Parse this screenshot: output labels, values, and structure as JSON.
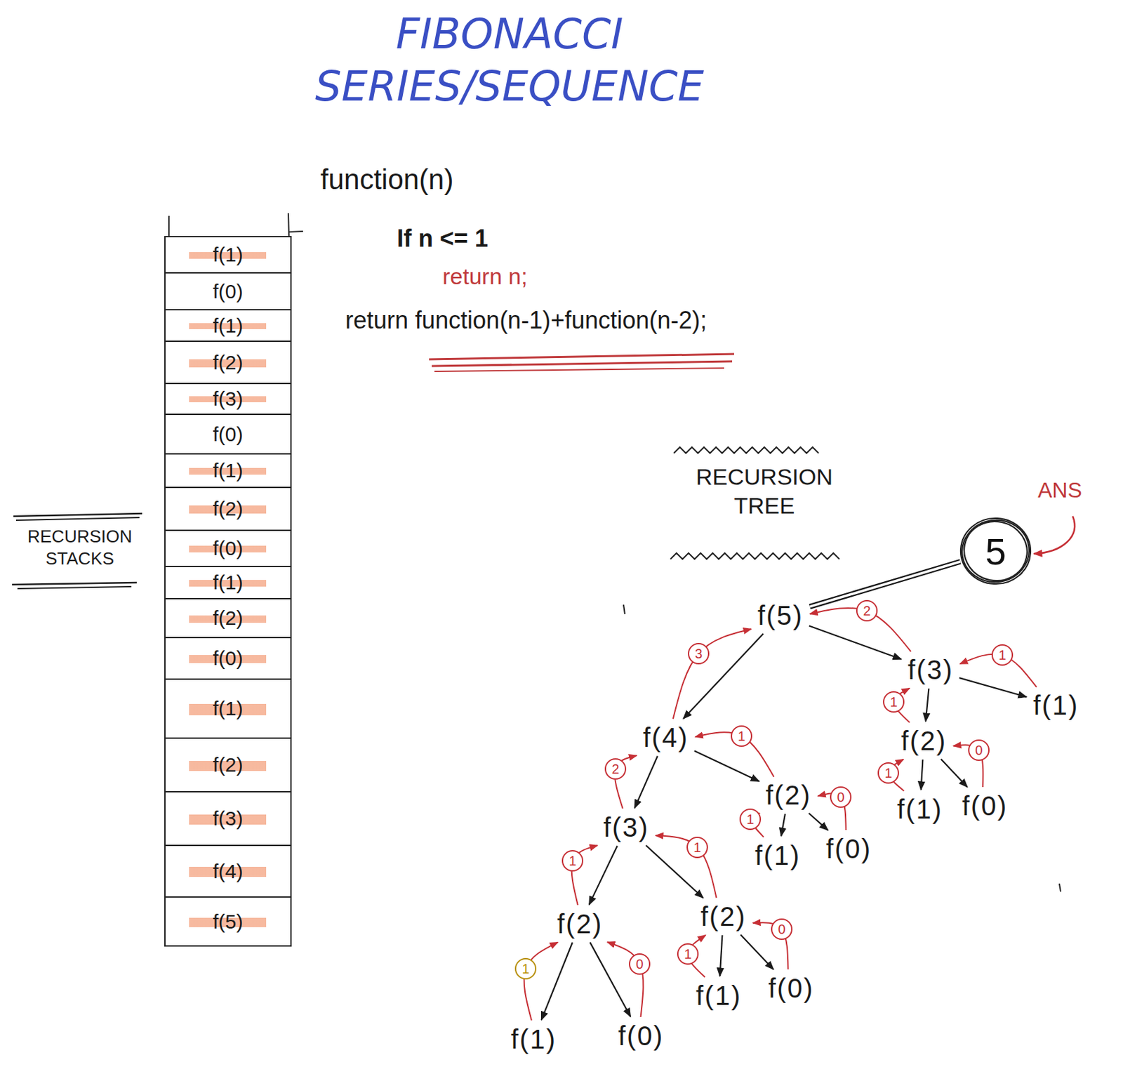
{
  "diagram": {
    "title": "FIBONACCI SERIES/SEQUENCE",
    "nodes": [
      {
        "text": [
          "f(1)"
        ]
      },
      {
        "text": [
          "f(0)"
        ]
      },
      {
        "text": [
          "f(1)"
        ]
      },
      {
        "text": [
          "f(2)"
        ]
      },
      {
        "text": [
          "f(3)"
        ]
      },
      {
        "text": [
          "f(0)"
        ]
      },
      {
        "text": [
          "f(1)"
        ]
      },
      {
        "text": [
          "f(2)"
        ]
      },
      {
        "text": [
          "f(0)"
        ]
      },
      {
        "text": [
          "f(1)"
        ]
      },
      {
        "text": [
          "f(2)"
        ]
      },
      {
        "text": [
          "f(0)"
        ]
      },
      {
        "text": [
          "f(1)"
        ]
      },
      {
        "text": [
          "f(2)"
        ]
      },
      {
        "text": [
          "f(3)"
        ]
      },
      {
        "text": [
          "f(4)"
        ]
      },
      {
        "text": [
          "f(5)"
        ]
      },
      {
        "text": [
          "5"
        ]
      },
      {
        "text": [
          "f(5)"
        ]
      },
      {
        "text": [
          "f(4)"
        ]
      },
      {
        "text": [
          "f(3)"
        ]
      },
      {
        "text": [
          "f(1)"
        ]
      },
      {
        "text": [
          "f(3)"
        ]
      },
      {
        "text": [
          "f(2)"
        ]
      },
      {
        "text": [
          "f(2)"
        ]
      },
      {
        "text": [
          "f(1)"
        ]
      },
      {
        "text": [
          "f(0)"
        ]
      },
      {
        "text": [
          "f(1)"
        ]
      },
      {
        "text": [
          "f(0)"
        ]
      },
      {
        "text": [
          "f(2)"
        ]
      },
      {
        "text": [
          "f(2)"
        ]
      },
      {
        "text": [
          "f(1)"
        ]
      },
      {
        "text": [
          "f(0)"
        ]
      },
      {
        "text": [
          "f(1)"
        ]
      },
      {
        "text": [
          "f(0)"
        ]
      }
    ],
    "edges": [
      {
        "from": 17,
        "to": 18,
        "arrow": "none"
      },
      {
        "from": 18,
        "to": 19,
        "arrow": "to"
      },
      {
        "from": 18,
        "to": 20,
        "arrow": "to"
      },
      {
        "from": 19,
        "to": 22,
        "arrow": "to"
      },
      {
        "from": 19,
        "to": 23,
        "arrow": "to"
      },
      {
        "from": 20,
        "to": 24,
        "arrow": "to"
      },
      {
        "from": 20,
        "to": 21,
        "arrow": "to"
      },
      {
        "from": 22,
        "to": 29,
        "arrow": "to"
      },
      {
        "from": 22,
        "to": 30,
        "arrow": "to"
      },
      {
        "from": 23,
        "to": 27,
        "arrow": "to"
      },
      {
        "from": 23,
        "to": 28,
        "arrow": "to"
      },
      {
        "from": 24,
        "to": 25,
        "arrow": "to"
      },
      {
        "from": 24,
        "to": 26,
        "arrow": "to"
      },
      {
        "from": 29,
        "to": 33,
        "arrow": "to"
      },
      {
        "from": 29,
        "to": 34,
        "arrow": "to"
      },
      {
        "from": 30,
        "to": 31,
        "arrow": "to"
      },
      {
        "from": 30,
        "to": 32,
        "arrow": "to"
      },
      {
        "from": 19,
        "to": 18,
        "label": "3",
        "arrow": "to"
      },
      {
        "from": 20,
        "to": 18,
        "label": "2",
        "arrow": "to"
      },
      {
        "from": 22,
        "to": 19,
        "label": "2",
        "arrow": "to"
      },
      {
        "from": 23,
        "to": 19,
        "label": "1",
        "arrow": "to"
      },
      {
        "from": 24,
        "to": 20,
        "label": "1",
        "arrow": "to"
      },
      {
        "from": 21,
        "to": 20,
        "label": "1",
        "arrow": "to"
      },
      {
        "from": 29,
        "to": 22,
        "label": "1",
        "arrow": "to"
      },
      {
        "from": 30,
        "to": 22,
        "label": "1",
        "arrow": "to"
      },
      {
        "from": 27,
        "to": 23,
        "label": "1",
        "arrow": "to"
      },
      {
        "from": 28,
        "to": 23,
        "label": "0",
        "arrow": "to"
      },
      {
        "from": 25,
        "to": 24,
        "label": "1",
        "arrow": "to"
      },
      {
        "from": 26,
        "to": 24,
        "label": "0",
        "arrow": "to"
      },
      {
        "from": 33,
        "to": 29,
        "label": "1",
        "arrow": "to"
      },
      {
        "from": 34,
        "to": 29,
        "label": "0",
        "arrow": "to"
      },
      {
        "from": 31,
        "to": 30,
        "label": "1",
        "arrow": "to"
      },
      {
        "from": 32,
        "to": 30,
        "label": "0",
        "arrow": "to"
      }
    ],
    "labels": [
      "function(n)",
      "If n <= 1",
      "return n;",
      "return function(n-1)+function(n-2);",
      "RECURSION TREE",
      "RECURSION STACKS",
      "ANS"
    ]
  }
}
